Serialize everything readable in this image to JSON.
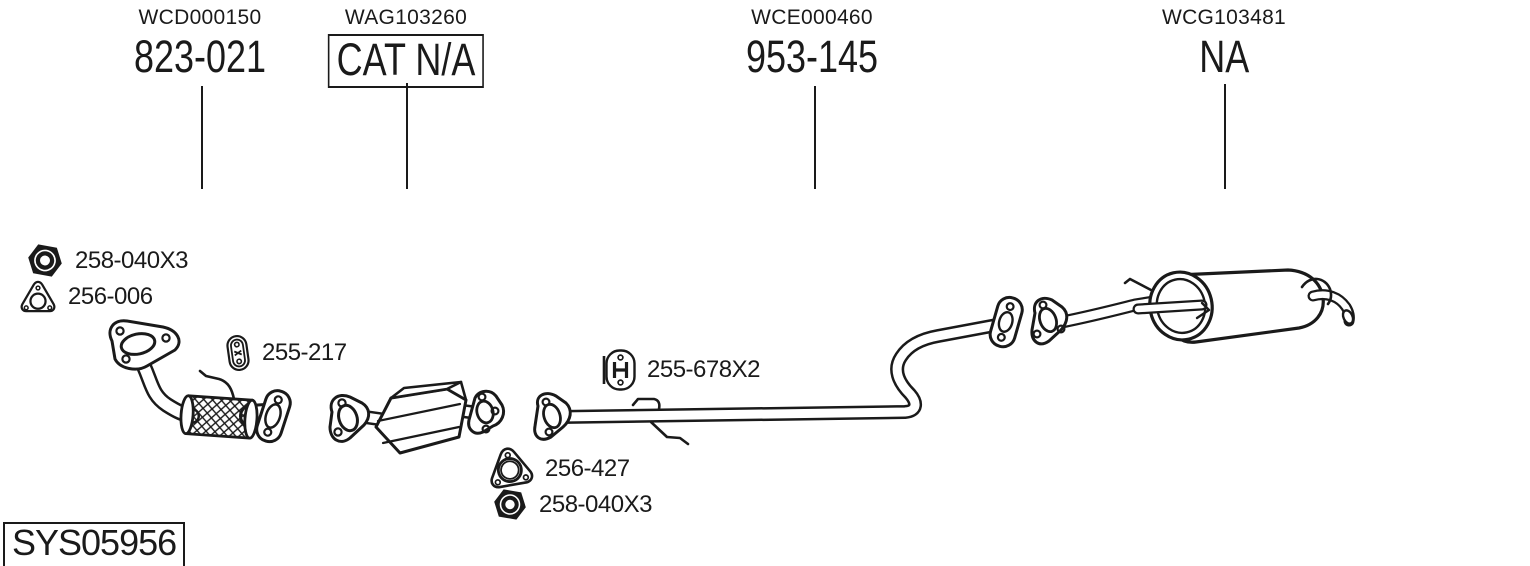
{
  "colors": {
    "line": "#1a1a1a",
    "background": "#ffffff"
  },
  "system_box": {
    "code": "SYS05956"
  },
  "top_labels": [
    {
      "ref": "WCD000150",
      "part": "823-021",
      "boxed": false
    },
    {
      "ref": "WAG103260",
      "part": "CAT N/A",
      "boxed": true
    },
    {
      "ref": "WCE000460",
      "part": "953-145",
      "boxed": false
    },
    {
      "ref": "WCG103481",
      "part": "NA",
      "boxed": false
    }
  ],
  "callouts": [
    {
      "icon": "nut-icon",
      "label": "258-040X3"
    },
    {
      "icon": "triangle-gasket-icon",
      "label": "256-006"
    },
    {
      "icon": "rubber-mount-icon",
      "label": "255-217"
    },
    {
      "icon": "hanger-icon",
      "label": "255-678X2"
    },
    {
      "icon": "round-gasket-icon",
      "label": "256-427"
    },
    {
      "icon": "nut-icon",
      "label": "258-040X3"
    }
  ]
}
